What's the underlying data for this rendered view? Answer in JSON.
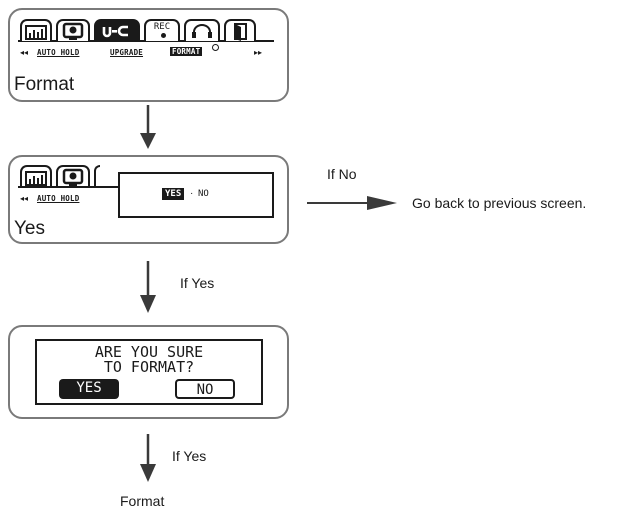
{
  "screen1": {
    "tabs": [
      "equalizer-icon",
      "display-icon",
      "settings-icon",
      "REC",
      "headphones-icon",
      "door-icon"
    ],
    "rec_label": "REC",
    "menu_left_arrow": "◂◂",
    "menu_right_arrow": "▸▸",
    "menu_items": [
      "AUTO HOLD",
      "UPGRADE",
      "FORMAT"
    ],
    "caption": "Format"
  },
  "screen2": {
    "menu_left_arrow": "◂◂",
    "menu_item": "AUTO HOLD",
    "option_yes": "YES",
    "option_sep": "·",
    "option_no": "NO",
    "caption": "Yes",
    "if_no_label": "If No",
    "go_back_label": "Go back to previous screen."
  },
  "label_if_yes_1": "If Yes",
  "screen3": {
    "line1": "ARE YOU SURE",
    "line2": "TO FORMAT?",
    "yes_button": "YES",
    "no_button": "NO"
  },
  "label_if_yes_2": "If Yes",
  "final_label": "Format"
}
